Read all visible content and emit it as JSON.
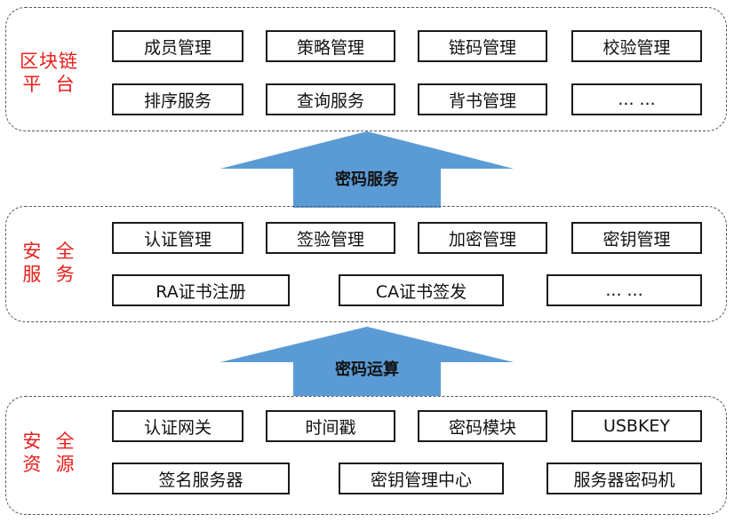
{
  "layers": {
    "top": {
      "label": "区块链\n平  台",
      "row1": [
        "成员管理",
        "策略管理",
        "链码管理",
        "校验管理"
      ],
      "row2": [
        "排序服务",
        "查询服务",
        "背书管理",
        "... ..."
      ]
    },
    "middle": {
      "label": "安  全\n服  务",
      "row1": [
        "认证管理",
        "签验管理",
        "加密管理",
        "密钥管理"
      ],
      "row2": [
        "RA证书注册",
        "CA证书签发",
        "... ..."
      ]
    },
    "bottom": {
      "label": "安  全\n资  源",
      "row1": [
        "认证网关",
        "时间戳",
        "密码模块",
        "USBKEY"
      ],
      "row2": [
        "签名服务器",
        "密钥管理中心",
        "服务器密码机"
      ]
    }
  },
  "arrows": {
    "upper": "密码服务",
    "lower": "密码运算"
  },
  "colors": {
    "label_red": "#e8201c",
    "arrow_blue": "#5b9bd5"
  }
}
